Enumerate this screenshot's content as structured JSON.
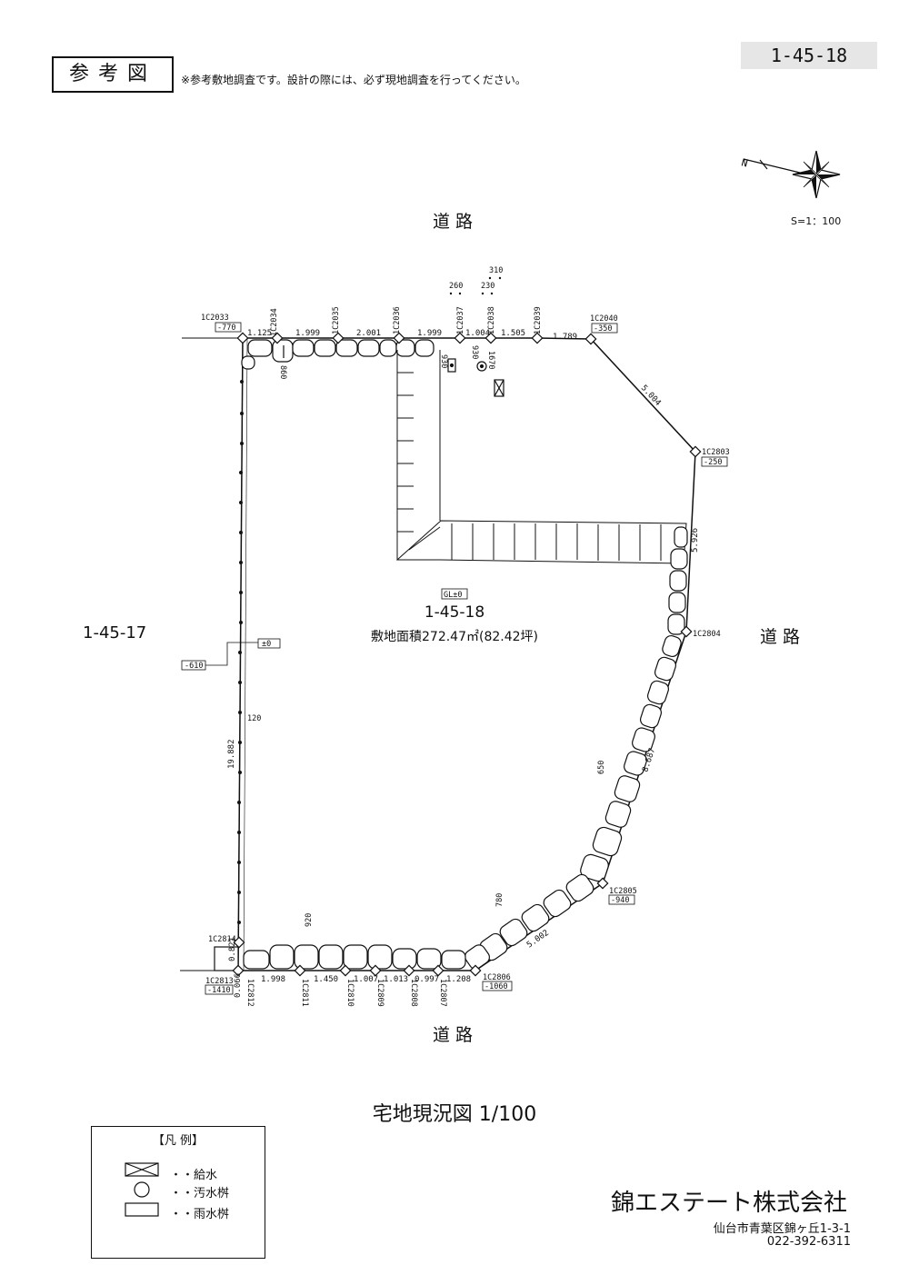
{
  "header": {
    "ref_label": "参考図",
    "note": "※参考敷地調査です。設計の際には、必ず現地調査を行ってください。",
    "lot_tag": "1-45-18"
  },
  "scale_text": "S=1：100",
  "compass_letter": "N",
  "roads": {
    "top": "道路",
    "right": "道路",
    "bottom": "道路"
  },
  "neighbor_lot": "1-45-17",
  "main_lot": {
    "number": "1-45-18",
    "area": "敷地面積272.47㎡(82.42坪)",
    "gl": "GL±0"
  },
  "elevations": {
    "zero": "±0",
    "minus610": "-610",
    "e120": "120"
  },
  "stations": [
    {
      "id": "1C2033",
      "elev": "-770"
    },
    {
      "id": "1C2034",
      "elev": ""
    },
    {
      "id": "1C2035",
      "elev": ""
    },
    {
      "id": "1C2036",
      "elev": ""
    },
    {
      "id": "1C2037",
      "elev": ""
    },
    {
      "id": "1C2038",
      "elev": ""
    },
    {
      "id": "1C2039",
      "elev": ""
    },
    {
      "id": "1C2040",
      "elev": "-350"
    },
    {
      "id": "1C2803",
      "elev": "-250"
    },
    {
      "id": "1C2804",
      "elev": ""
    },
    {
      "id": "1C2805",
      "elev": "-940"
    },
    {
      "id": "1C2806",
      "elev": "-1060"
    },
    {
      "id": "1C2807",
      "elev": ""
    },
    {
      "id": "1C2808",
      "elev": ""
    },
    {
      "id": "1C2809",
      "elev": ""
    },
    {
      "id": "1C2810",
      "elev": ""
    },
    {
      "id": "1C2811",
      "elev": ""
    },
    {
      "id": "1C2812",
      "elev": ""
    },
    {
      "id": "1C2813",
      "elev": "-1410"
    },
    {
      "id": "1C2814",
      "elev": ""
    }
  ],
  "dimensions": {
    "top": [
      "1.125",
      "1.999",
      "2.001",
      "1.999",
      "1.004",
      "1.505",
      "1.789"
    ],
    "diag_top": "5.004",
    "right": "5.926",
    "right_lower": "8.687",
    "diag_bottom": "5.002",
    "bottom": [
      "1.998",
      "1.450",
      "1.007",
      "1.013",
      "0.997",
      "1.208"
    ],
    "left": "19.882",
    "left_small_a": "0.821",
    "left_small_b": "0.066"
  },
  "spot_heights": [
    "310",
    "260",
    "230",
    "930",
    "930",
    "1670",
    "860",
    "650",
    "780",
    "920"
  ],
  "title": "宅地現況図 1/100",
  "legend": {
    "title": "【凡 例】",
    "items": [
      "・・給水",
      "・・汚水桝",
      "・・雨水桝"
    ]
  },
  "company": {
    "name": "錦エステート株式会社",
    "address": "仙台市青葉区錦ヶ丘1-3-1",
    "tel": "022-392-6311"
  }
}
